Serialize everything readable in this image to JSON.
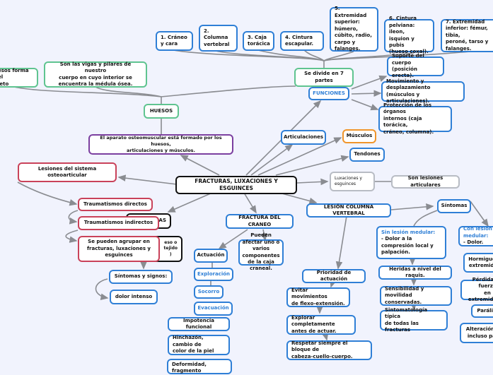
{
  "diagram": {
    "title": "FRACTURAS, LUXACIONES Y ESGUINCES",
    "colors": {
      "background": "#f1f3fd",
      "green": "#5fc490",
      "blue": "#2f7fd6",
      "purple": "#7b3fa0",
      "red": "#c9425a",
      "black": "#111111",
      "orange": "#f0952b",
      "grey": "#b8bcc4",
      "link": "#8a8c91"
    },
    "nodes": {
      "main": "FRACTURAS, LUXACIONES Y ESGUINCES",
      "huesos": "HUESOS",
      "huesos_esqueleto": "esos forma el\nleto",
      "huesos_vigas": "Son las vigas y pilares de nuestro\ncuerpo en cuyo interior se\nencuentra la médula ósea.",
      "aparato": "El aparato osteomuscular está formado por los huesos,\narticulaciones y músculos.",
      "se_divide": "Se divide en 7\npartes",
      "parte1": "1. Cráneo\ny cara",
      "parte2": "2.\nColumna\nvertebral",
      "parte3": "3. Caja\ntorácica",
      "parte4": "4. Cintura\nescapular.",
      "parte5": "5. Extremidad\nsuperior:\nhúmero,\ncúbito, radio,\ncarpo y\nfalanges.",
      "parte6": "6. Cintura\npelviana: ileon,\nisquion y pubis\n(hueso coxal).",
      "parte7": "7.  Extremidad\ninferior: fémur, tibia,\nperoné, tarso y\nfalanges.",
      "funciones": "FUNCIONES",
      "func1": "Soporte del cuerpo\n(posición erecta).",
      "func2": "Movimiento y desplazamiento\n(músculos y articulaciones).",
      "func3": "Protección de los órganos\ninternos (caja torácica,\ncráneo, columna).",
      "articulaciones": "Articulaciones",
      "musculos": "Músculos",
      "tendones": "Tendones",
      "luxaciones": "Luxaciones y\nesguinces",
      "lesiones_articulares": "Son lesiones articulares",
      "lesiones_sistema": "Lesiones del sistema\nosteoarticular",
      "trauma_directos": "Traumatismos directos",
      "fracturas_hidden": "AS",
      "hueso_hidden": "eso o\ntejido\n)",
      "trauma_indirectos": "Traumatismos indirectos",
      "agrupar": "Se pueden agrupar en\nfracturas, luxaciones y\nesguinces",
      "sintomas_signos": "Síntomas y signos:",
      "dolor_intenso": "dolor intenso",
      "fractura_craneo": "FRACTURA DEL CRANEO",
      "craneo_afectar": "Pueden afectar uno o\nvarios componentes\nde la caja craneal.",
      "actuacion": "Actuación",
      "exploracion": "Exploración",
      "socorro": "Socorro",
      "evacuacion": "Evacuación",
      "impotencia": "Impotencia funcional",
      "hinchazon": "Hinchazón, cambio de\ncolor de la piel",
      "deformidad": "Deformidad, fragmento",
      "lesion_columna": "LESIÓN COLUMNA VERTEBRAL",
      "prioridad": "Prioridad de actuación",
      "evitar": "Evitar movimientos\nde flexo-extensión.",
      "explorar": "Explorar completamente\nantes de actuar.",
      "respetar": "Respetar siempre el bloque de\ncabeza-cuello-cuerpo.",
      "sintomas": "Síntomas",
      "sin_lesion_title": "Sin lesión medular:",
      "sin_lesion_body": "- Dolor a la\ncompresión local y\npalpación.",
      "heridas": "Heridas a nivel del raquis.",
      "sensibilidad": "Sensibilidad y movilidad\nconservadas.",
      "sintomatologia": "Sintomatología típica\nde todas las fracturas",
      "con_lesion_title": "Con lesión medular:",
      "con_lesion_body": "- Dolor.",
      "hormigueo": "Hormigueo en\nextremidades",
      "perdida": "Pérdida de fuerza\nen extremidades",
      "paralisis": "Parálisis",
      "alteracion": "Alteración de...\nincluso paro..."
    }
  }
}
